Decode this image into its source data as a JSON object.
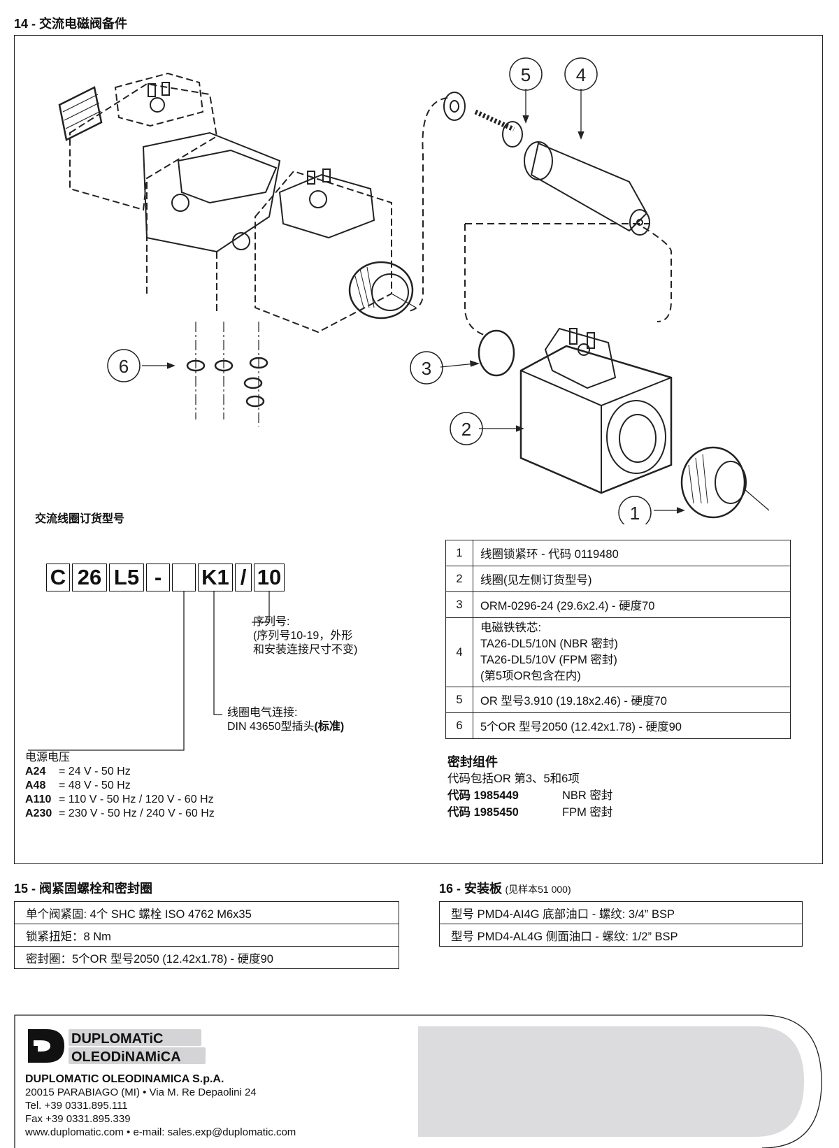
{
  "sec14": {
    "title": "14 - 交流电磁阀备件"
  },
  "callouts": [
    "1",
    "2",
    "3",
    "4",
    "5",
    "6"
  ],
  "order": {
    "title": "交流线圈订货型号",
    "boxes": [
      "C",
      "26",
      "L5",
      "-",
      "",
      "K1",
      "/",
      "10"
    ],
    "serial": [
      "序列号:",
      "(序列号10-19，外形",
      "和安装连接尺寸不变)"
    ],
    "connection": [
      "线圈电气连接:",
      "DIN 43650型插头",
      "(标准)"
    ],
    "voltage_title": "电源电压",
    "voltages": [
      {
        "code": "A24",
        "desc": "=   24 V - 50 Hz"
      },
      {
        "code": "A48",
        "desc": "=   48 V - 50 Hz"
      },
      {
        "code": "A110",
        "desc": "= 110 V - 50 Hz / 120 V - 60 Hz"
      },
      {
        "code": "A230",
        "desc": "= 230 V - 50 Hz / 240 V - 60 Hz"
      }
    ]
  },
  "parts": [
    {
      "n": "1",
      "lines": [
        "线圈锁紧环 - 代码 0119480"
      ]
    },
    {
      "n": "2",
      "lines": [
        "线圈(见左侧订货型号)"
      ]
    },
    {
      "n": "3",
      "lines": [
        "ORM-0296-24 (29.6x2.4) - 硬度70"
      ]
    },
    {
      "n": "4",
      "lines": [
        "电磁铁铁芯:",
        "TA26-DL5/10N (NBR 密封)",
        "TA26-DL5/10V (FPM 密封)",
        "(第5项OR包含在内)"
      ]
    },
    {
      "n": "5",
      "lines": [
        "OR  型号3.910 (19.18x2.46) - 硬度70"
      ]
    },
    {
      "n": "6",
      "lines": [
        "5个OR 型号2050 (12.42x1.78) - 硬度90"
      ]
    }
  ],
  "seal_kit": {
    "title": "密封组件",
    "desc": "代码包括OR 第3、5和6项",
    "codes": [
      {
        "code": "代码 1985449",
        "type": "NBR 密封"
      },
      {
        "code": "代码 1985450",
        "type": "FPM 密封"
      }
    ]
  },
  "sec15": {
    "title": "15 - 阀紧固螺栓和密封圈",
    "rows": [
      "单个阀紧固:  4个 SHC 螺栓 ISO 4762  M6x35",
      "锁紧扭矩：8 Nm",
      "密封圈：5个OR 型号2050 (12.42x1.78) - 硬度90"
    ]
  },
  "sec16": {
    "title": "16 - 安装板",
    "note": "(见样本51 000)",
    "rows": [
      "型号 PMD4-AI4G 底部油口 - 螺纹: 3/4” BSP",
      "型号 PMD4-AL4G 侧面油口 - 螺纹: 1/2” BSP"
    ]
  },
  "footer": {
    "logo_line1": "DUPLOMATiC",
    "logo_line2": "OLEODiNAMiCA",
    "company": "DUPLOMATIC OLEODINAMICA S.p.A.",
    "address": "20015 PARABIAGO (MI) • Via M. Re Depaolini 24",
    "tel": "Tel. +39 0331.895.111",
    "fax": "Fax +39 0331.895.339",
    "web": "www.duplomatic.com • e-mail: sales.exp@duplomatic.com"
  }
}
